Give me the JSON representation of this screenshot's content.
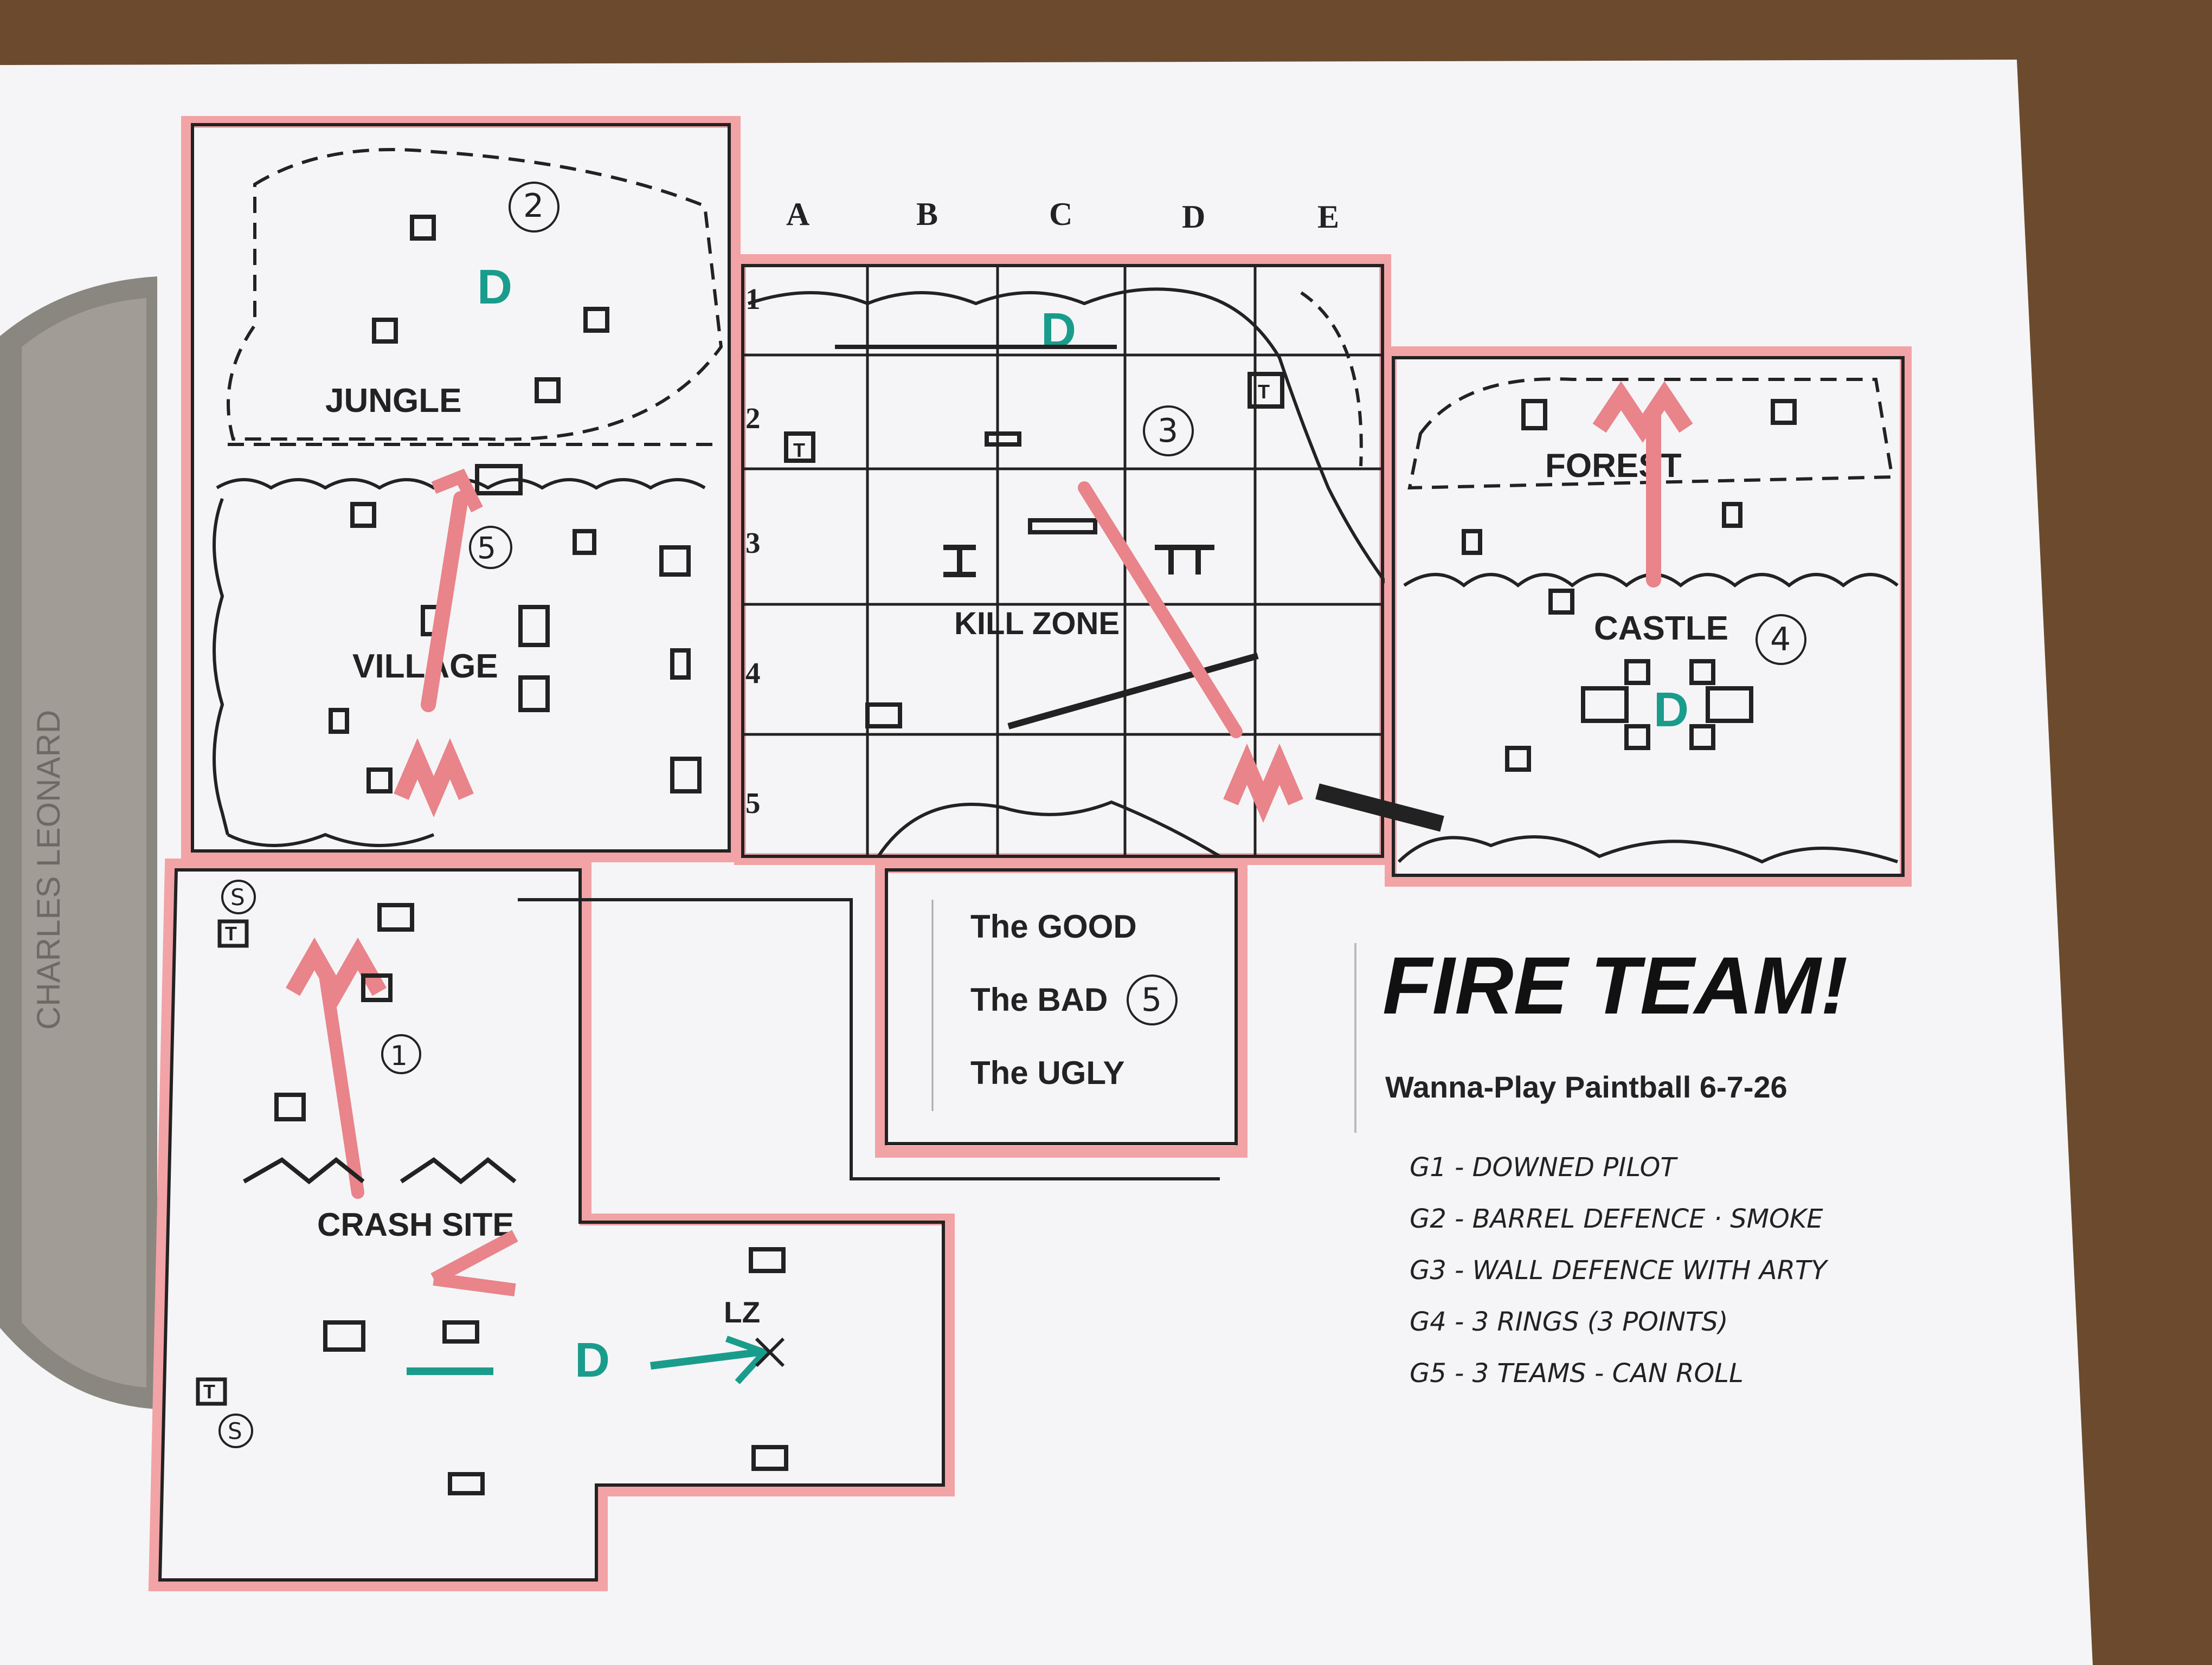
{
  "title": "FIRE TEAM!",
  "subtitle": "Wanna-Play Paintball 6-7-26",
  "zones": {
    "jungle": "JUNGLE",
    "village": "VILLAGE",
    "kill_zone": "KILL ZONE",
    "forest": "FOREST",
    "castle": "CASTLE",
    "crash_site": "CRASH SITE",
    "lz": "LZ"
  },
  "grid": {
    "columns": [
      "A",
      "B",
      "C",
      "D",
      "E"
    ],
    "rows": [
      "1",
      "2",
      "3",
      "4",
      "5"
    ]
  },
  "field5_lines": [
    "The GOOD",
    "The BAD",
    "The UGLY"
  ],
  "field_numbers": [
    "2",
    "3",
    "4",
    "5",
    "1"
  ],
  "markers": {
    "defense": "D",
    "tower": "T",
    "spawn": "S"
  },
  "games": [
    "G1 - DOWNED PILOT",
    "G2 - BARREL DEFENCE · SMOKE",
    "G3 - WALL DEFENCE WITH ARTY",
    "G4 - 3 RINGS (3 POINTS)",
    "G5 - 3 TEAMS - CAN ROLL"
  ],
  "clipboard_text": "CHARLES LEONARD",
  "colors": {
    "attack_arrow": "#e8848a",
    "defense": "#1a9c8c",
    "zone_outline": "#f2a3a6",
    "ink": "#222222"
  }
}
